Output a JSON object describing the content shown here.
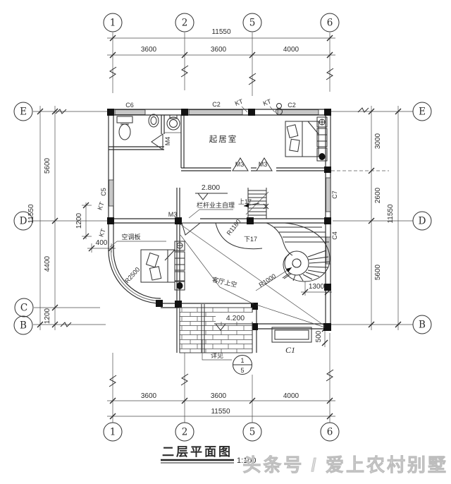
{
  "title": {
    "name": "二层平面图",
    "scale": "1:100"
  },
  "watermark": "头条号 / 爱上农村别墅",
  "axes": {
    "top": [
      "1",
      "2",
      "5",
      "6"
    ],
    "bottom": [
      "1",
      "2",
      "5",
      "6"
    ],
    "left": [
      "E",
      "D",
      "C",
      "B"
    ],
    "right": [
      "E",
      "D",
      "B"
    ]
  },
  "dims": {
    "top": {
      "total": "11550",
      "seg1": "3600",
      "seg2": "3600",
      "seg3": "4000"
    },
    "bottom": {
      "total": "11550",
      "seg1": "3600",
      "seg2": "3600",
      "seg3": "4000"
    },
    "left": {
      "total": "11550",
      "seg1": "5600",
      "seg2": "4400",
      "seg3": "1200"
    },
    "right": {
      "total": "11550",
      "seg1": "3000",
      "seg2": "2600",
      "seg3": "5600"
    },
    "inner": {
      "stair_width": "1300",
      "porch_drop": "500",
      "ac_depth": "400",
      "ac_span": "1200"
    }
  },
  "rooms": {
    "living": "起居室"
  },
  "levels": {
    "floor": "2.800",
    "roof": "4.200"
  },
  "stair": {
    "up": "上17",
    "down": "下17",
    "r_inner": "R1180",
    "r_newel": "R1000",
    "r_bay": "R2500"
  },
  "notes": {
    "railing": "栏杆业主自理",
    "void": "客厅上空",
    "ac": "空调板",
    "detail": "详见",
    "detail_no": "1",
    "detail_sheet": "5"
  },
  "doors": {
    "m3": "M3",
    "m4": "M4"
  },
  "windows": {
    "c1": "C1",
    "c2": "C2",
    "c4": "C4",
    "c5": "C5",
    "c6": "C6",
    "c7": "C7"
  },
  "equip": {
    "kt": "KT"
  }
}
